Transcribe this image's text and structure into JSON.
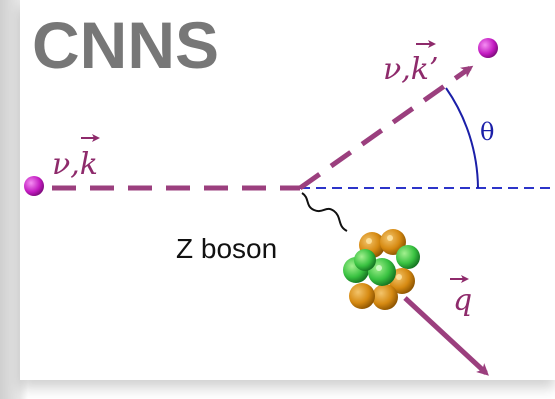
{
  "title": "CNNS",
  "labels": {
    "incoming_neutrino": "ν,k",
    "outgoing_neutrino": "ν,k’",
    "angle": "θ",
    "mediator": "Z boson",
    "recoil": "q"
  },
  "colors": {
    "neutrino": "#c21ac0",
    "neutrino_line": "#9b3f7e",
    "reference_line": "#2c34c9",
    "proton": "#d68a12",
    "neutron": "#39c241",
    "title": "#777777"
  },
  "icons": {
    "neutrino_marker": "dot",
    "nucleus": "proton-neutron-cluster"
  }
}
